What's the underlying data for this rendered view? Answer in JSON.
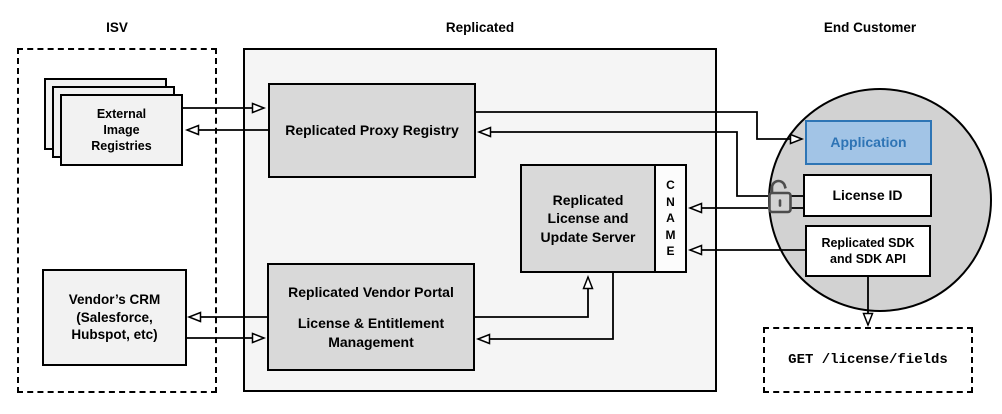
{
  "sections": {
    "isv": {
      "label": "ISV"
    },
    "replicated": {
      "label": "Replicated"
    },
    "end_customer": {
      "label": "End Customer"
    }
  },
  "nodes": {
    "external_registries": {
      "label": "External\nImage\nRegistries"
    },
    "vendors_crm": {
      "label": "Vendor’s CRM\n(Salesforce,\nHubspot, etc)"
    },
    "proxy_registry": {
      "label": "Replicated Proxy Registry"
    },
    "license_update_server": {
      "label": "Replicated\nLicense and\nUpdate Server"
    },
    "cname": {
      "label": "C\nN\nA\nM\nE"
    },
    "vendor_portal": {
      "title": "Replicated Vendor Portal",
      "subtitle": "License & Entitlement\nManagement"
    },
    "application": {
      "label": "Application"
    },
    "license_id": {
      "label": "License ID"
    },
    "replicated_sdk": {
      "label": "Replicated SDK\nand SDK API"
    },
    "get_endpoint": {
      "label": "GET /license/fields"
    }
  },
  "icons": {
    "unlock": "unlocked-padlock"
  },
  "colors": {
    "node_gray_fill": "#d9d9d9",
    "light_gray_fill": "#f2f2f2",
    "container_fill": "#f5f5f5",
    "circle_fill": "#d2d2d2",
    "application_fill": "#a2c4e6",
    "application_border": "#2e75b5",
    "application_text": "#2e74b5",
    "line_color": "#000000",
    "lock_icon_color": "#4d4d4d"
  }
}
